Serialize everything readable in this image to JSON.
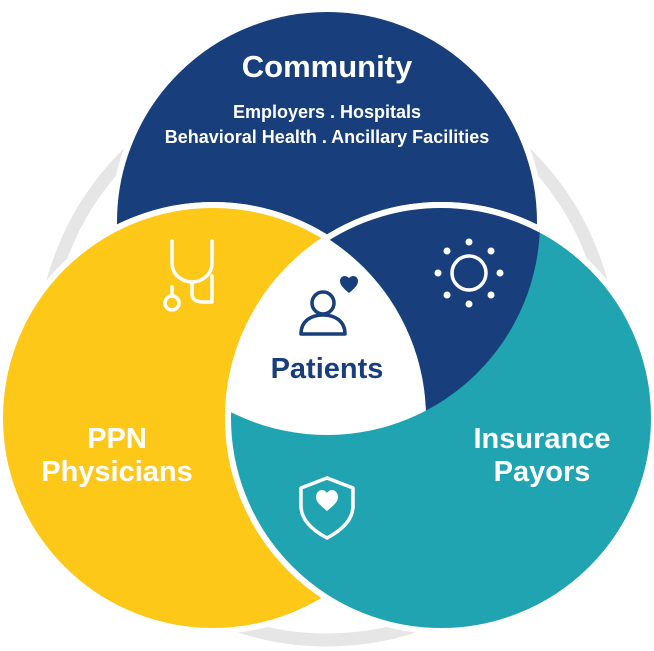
{
  "community": {
    "title": "Community",
    "line1": "Employers . Hospitals",
    "line2": "Behavioral Health . Ancillary Facilities"
  },
  "physicians": {
    "line1": "PPN",
    "line2": "Physicians"
  },
  "payors": {
    "line1": "Insurance",
    "line2": "Payors"
  },
  "center": {
    "label": "Patients"
  },
  "icons": {
    "physician_overlap": "stethoscope-icon",
    "community_overlap": "sun-icon",
    "payor_overlap": "shield-heart-icon",
    "center": "patient-heart-icon"
  },
  "colors": {
    "navy": "#183f7c",
    "yellow": "#fec819",
    "teal": "#21a4b2",
    "ring": "#e6e6e6",
    "text_light": "#ffffff",
    "text_dark": "#183f7c"
  }
}
